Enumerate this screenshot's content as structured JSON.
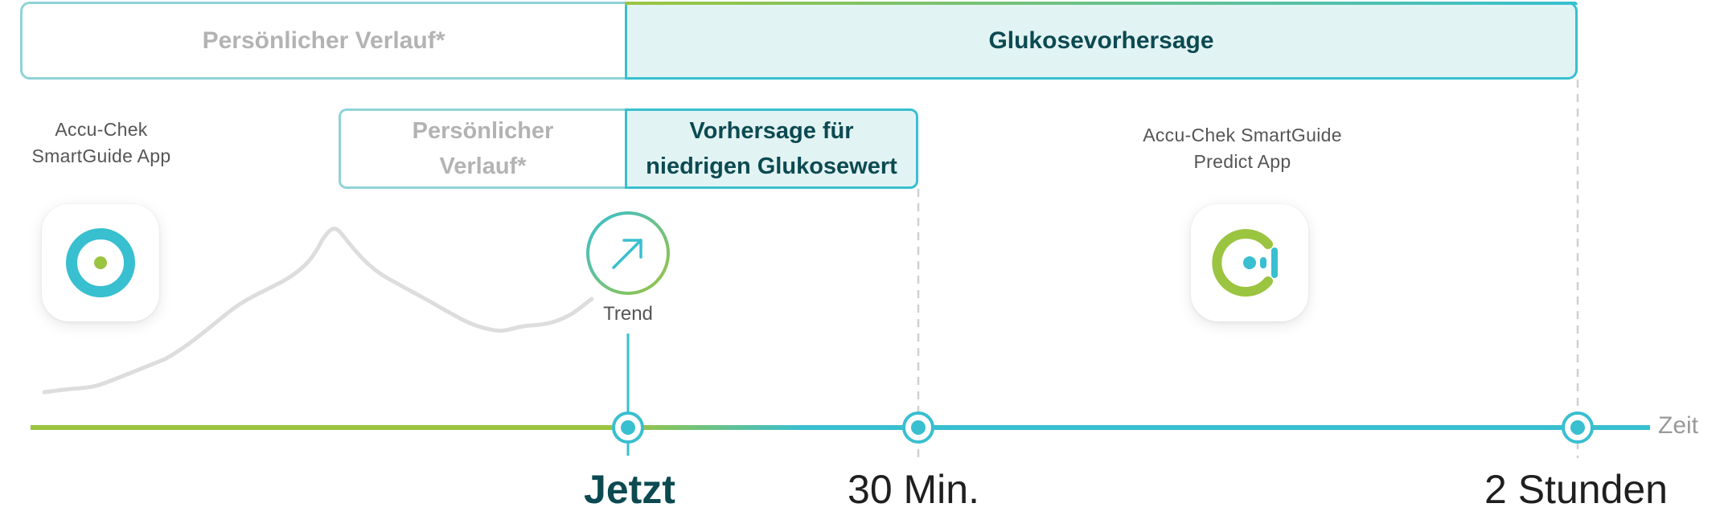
{
  "header": {
    "history_label": "Persönlicher Verlauf*",
    "forecast_label": "Glukosevorhersage"
  },
  "subheader": {
    "history_line1": "Persönlicher",
    "history_line2": "Verlauf*",
    "forecast_line1": "Vorhersage für",
    "forecast_line2": "niedrigen Glukosewert"
  },
  "apps": {
    "smartguide": {
      "line1": "Accu-Chek",
      "line2": "SmartGuide App",
      "icon": "smartguide-app-icon"
    },
    "predict": {
      "line1": "Accu-Chek SmartGuide",
      "line2": "Predict App",
      "icon": "predict-app-icon"
    }
  },
  "trend": {
    "label": "Trend",
    "icon": "trend-arrow-icon"
  },
  "timeline": {
    "axis_label": "Zeit",
    "ticks": [
      "Jetzt",
      "30 Min.",
      "2 Stunden"
    ]
  },
  "colors": {
    "green": "#9bc440",
    "teal": "#38bfd0",
    "dark_teal": "#0c4a52",
    "light_fill": "#e2f3f3",
    "history_line": "#dddddd"
  }
}
